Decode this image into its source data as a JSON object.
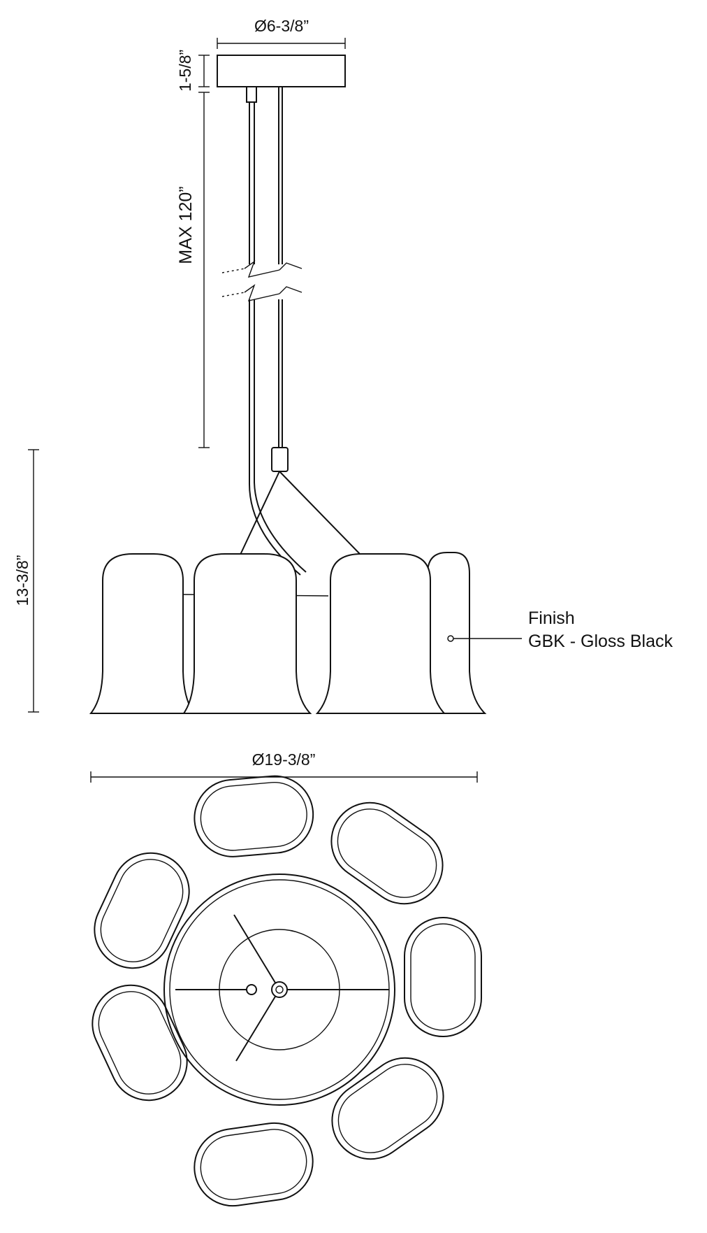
{
  "dimensions": {
    "canopy_diameter": "Ø6-3/8”",
    "canopy_height": "1-5/8”",
    "max_length": "MAX 120”",
    "fixture_height": "13-3/8”",
    "fixture_diameter": "Ø19-3/8”"
  },
  "finish": {
    "label": "Finish",
    "value": "GBK - Gloss Black"
  }
}
